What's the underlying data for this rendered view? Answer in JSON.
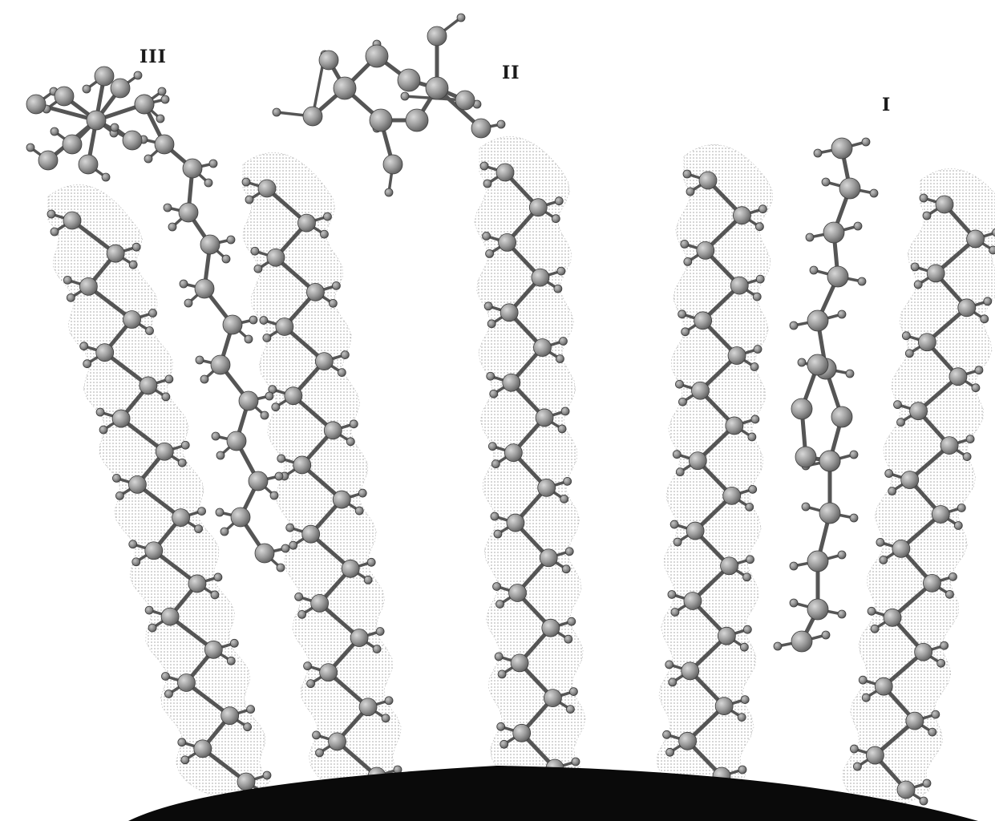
{
  "labels": {
    "molecule_1": "I",
    "molecule_2": "II",
    "molecule_3": "III"
  },
  "colors": {
    "background": "#ffffff",
    "surface": "#0a0a0a",
    "atom_fill": "#9a9a9a",
    "bond": "#555555",
    "envelope_dots": "#8c8c8c"
  },
  "icons": {
    "alkyl_chain": "zigzag-ball-and-stick-chain",
    "surface": "dark-curved-substrate",
    "adsorbate": "ball-and-stick-molecule"
  }
}
